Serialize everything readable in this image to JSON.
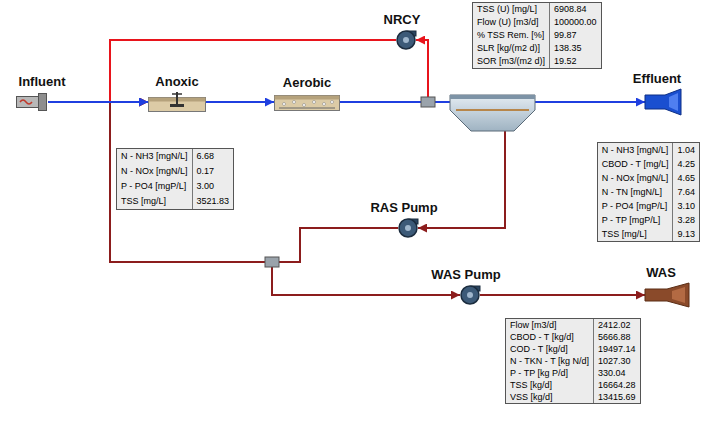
{
  "diagram": {
    "nodes": [
      {
        "text": [
          "Influent"
        ]
      },
      {
        "text": [
          "Anoxic"
        ]
      },
      {
        "text": [
          "Aerobic"
        ]
      },
      {
        "text": [
          "NRCY"
        ]
      },
      {
        "text": [
          "Effluent"
        ]
      },
      {
        "text": [
          "RAS Pump"
        ]
      },
      {
        "text": [
          "WAS Pump"
        ]
      },
      {
        "text": [
          "WAS"
        ]
      }
    ],
    "edges": [
      {
        "from": 2,
        "to": 3,
        "arrow": "to"
      },
      {
        "from": 3,
        "to": 1,
        "arrow": "to"
      },
      {
        "from": 2,
        "to": 5,
        "arrow": "to"
      },
      {
        "from": 5,
        "to": 1,
        "arrow": "to"
      },
      {
        "from": 5,
        "to": 6,
        "arrow": "to"
      },
      {
        "from": 6,
        "to": 7,
        "arrow": "to"
      },
      {
        "from": 0,
        "to": 1,
        "arrow": "to"
      },
      {
        "from": 1,
        "to": 2,
        "arrow": "to"
      },
      {
        "from": 2,
        "to": 4,
        "arrow": "to"
      }
    ],
    "labels": [
      "TSS (U) [mg/L]",
      "6908.84",
      "Flow (U) [m3/d]",
      "100000.00",
      "% TSS Rem. [%]",
      "99.87",
      "SLR [kg/(m2 d)]",
      "138.35",
      "SOR [m3/(m2 d)]",
      "19.52",
      "N - NH3 [mgN/L]",
      "6.68",
      "N - NOx [mgN/L]",
      "0.17",
      "P - PO4 [mgP/L]",
      "3.00",
      "TSS [mg/L]",
      "3521.83",
      "N - NH3 [mgN/L]",
      "1.04",
      "CBOD - T [mg/L]",
      "4.25",
      "N - NOx [mgN/L]",
      "4.65",
      "N - TN [mgN/L]",
      "7.64",
      "P - PO4 [mgP/L]",
      "3.10",
      "P - TP [mgP/L]",
      "3.28",
      "TSS [mg/L]",
      "9.13",
      "Flow [m3/d]",
      "2412.02",
      "CBOD - T [kg/d]",
      "5666.88",
      "COD - T [kg/d]",
      "19497.14",
      "N - TKN - T [kg N/d]",
      "1027.30",
      "P - TP [kg P/d]",
      "330.04",
      "TSS [kg/d]",
      "16664.28",
      "VSS [kg/d]",
      "13415.69"
    ]
  }
}
